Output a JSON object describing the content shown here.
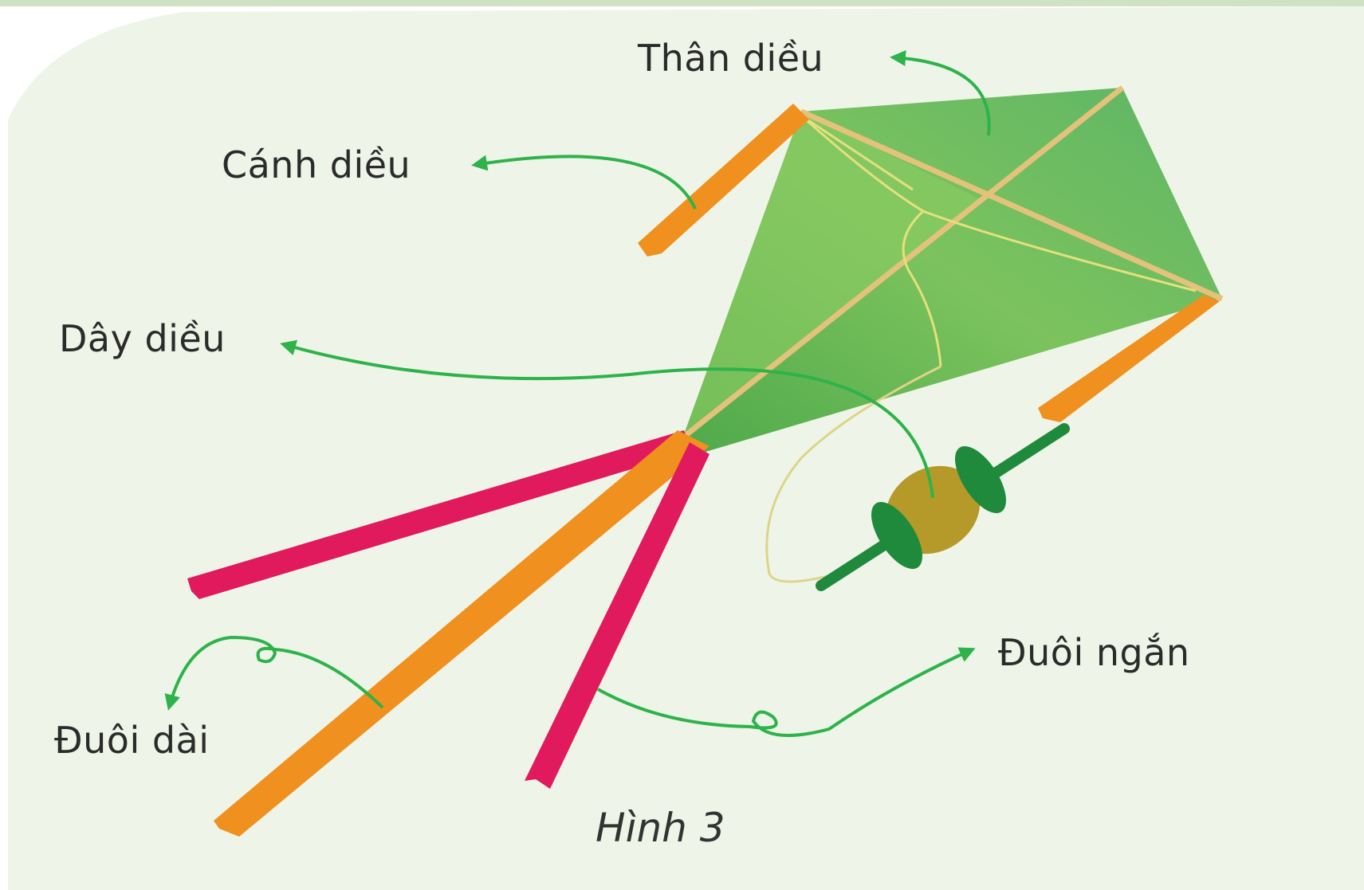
{
  "labels": {
    "than_dieu": "Thân diều",
    "canh_dieu": "Cánh diều",
    "day_dieu": "Dây diều",
    "duoi_dai": "Đuôi dài",
    "duoi_ngan": "Đuôi ngắn"
  },
  "caption": "Hình 3",
  "colors": {
    "background": "#eef5e8",
    "kite_body": "#6cbb5a",
    "kite_wing_tape": "#f0901e",
    "short_tail": "#e01a5c",
    "long_tail": "#f0901e",
    "arrow": "#2db34a",
    "string": "#ddd48a",
    "reel_body": "#b59a2a",
    "reel_handle": "#1f8a3c"
  }
}
